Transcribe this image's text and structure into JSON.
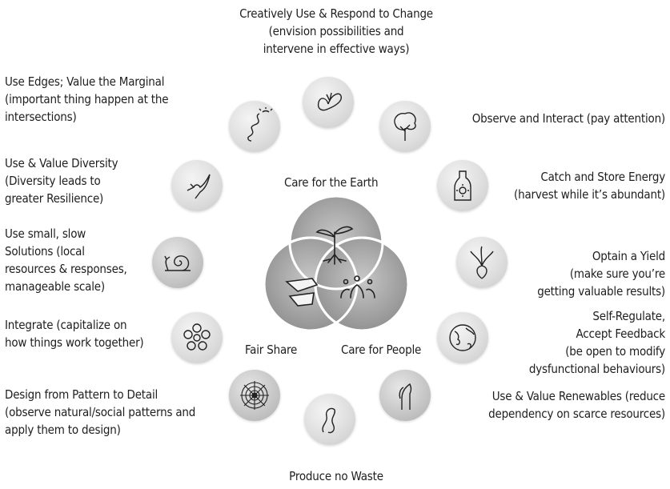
{
  "principles": {
    "top": "Creatively Use & Respond to Change\n(envision possibilities and\nintervene in effective ways)",
    "edges": "Use Edges; Value the Marginal\n(important thing happen at the\nintersections)",
    "observe": "Observe and Interact (pay attention)",
    "diversity": "Use & Value Diversity\n(Diversity leads to\ngreater Resilience)",
    "energy": "Catch and Store Energy\n(harvest while it’s abundant)",
    "small": "Use small, slow\nSolutions (local\nresources & responses,\nmanageable scale)",
    "yield": "Optain a Yield\n(make sure you’re\ngetting valuable results)",
    "selfreg": "Self-Regulate,\nAccept Feedback\n(be open to modify\ndysfunctional behaviours)",
    "integrate": "Integrate (capitalize on\nhow things work together)",
    "design": "Design from Pattern to Detail\n(observe natural/social patterns and\napply them to design)",
    "renewables": "Use & Value Renewables (reduce\ndependency on scarce resources)",
    "waste": "Produce no Waste"
  },
  "ethics": {
    "earth": "Care for the Earth",
    "fair": "Fair Share",
    "people": "Care for People"
  },
  "icons": [
    "butterfly-icon",
    "tree-icon",
    "bottle-sun-icon",
    "beet-icon",
    "globe-icon",
    "horse-icon",
    "worm-icon",
    "spider-web-icon",
    "flower-circle-icon",
    "snail-icon",
    "hummingbird-icon",
    "river-sun-icon"
  ],
  "colors": {
    "text": "#1e1e1e",
    "disc": "#d6d6d6",
    "venn_stroke": "#ffffff",
    "venn_fill": "#9a9a9a"
  }
}
